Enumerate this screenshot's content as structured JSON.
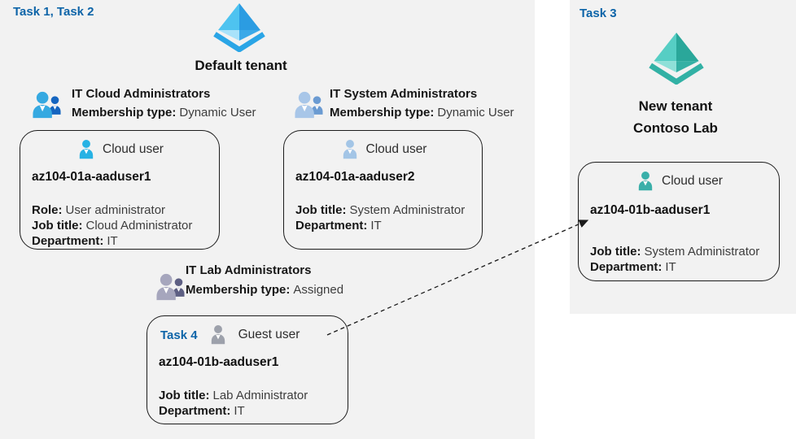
{
  "colors": {
    "panel_bg": "#f2f2f2",
    "task_blue": "#0d64a8",
    "card_border": "#1c1c1c",
    "tenant_icon_blue": "#2b9ce2",
    "tenant_icon_teal": "#2aa79a"
  },
  "icons": {
    "default_tenant_icon": "azure-entra-pyramid-blue",
    "new_tenant_icon": "azure-entra-pyramid-teal",
    "group_icons": [
      "users-group-blue",
      "users-group-steelblue",
      "users-group-purple-gray"
    ],
    "card_user_icons": [
      "person-cyan",
      "person-steelblue",
      "person-gray",
      "person-teal"
    ]
  },
  "left_panel": {
    "task_label": "Task 1, Task 2",
    "tenant_name": "Default tenant",
    "groups": [
      {
        "name": "IT Cloud Administrators",
        "membership_label": "Membership type:",
        "membership_value": "Dynamic User"
      },
      {
        "name": "IT System Administrators",
        "membership_label": "Membership type:",
        "membership_value": "Dynamic User"
      },
      {
        "name": "IT Lab Administrators",
        "membership_label": "Membership type:",
        "membership_value": "Assigned"
      }
    ],
    "cards": [
      {
        "user_type": "Cloud user",
        "username": "az104-01a-aaduser1",
        "lines": [
          {
            "label": "Role:",
            "value": "User administrator"
          },
          {
            "label": "Job title:",
            "value": "Cloud Administrator"
          },
          {
            "label": "Department:",
            "value": "IT"
          }
        ]
      },
      {
        "user_type": "Cloud user",
        "username": "az104-01a-aaduser2",
        "lines": [
          {
            "label": "Job title:",
            "value": "System Administrator"
          },
          {
            "label": "Department:",
            "value": "IT"
          }
        ]
      },
      {
        "task_label": "Task 4",
        "user_type": "Guest user",
        "username": "az104-01b-aaduser1",
        "lines": [
          {
            "label": "Job title:",
            "value": "Lab Administrator"
          },
          {
            "label": "Department:",
            "value": "IT"
          }
        ]
      }
    ]
  },
  "right_panel": {
    "task_label": "Task 3",
    "tenant_name_line1": "New tenant",
    "tenant_name_line2": "Contoso Lab",
    "card": {
      "user_type": "Cloud user",
      "username": "az104-01b-aaduser1",
      "lines": [
        {
          "label": "Job title:",
          "value": "System Administrator"
        },
        {
          "label": "Department:",
          "value": "IT"
        }
      ]
    }
  }
}
